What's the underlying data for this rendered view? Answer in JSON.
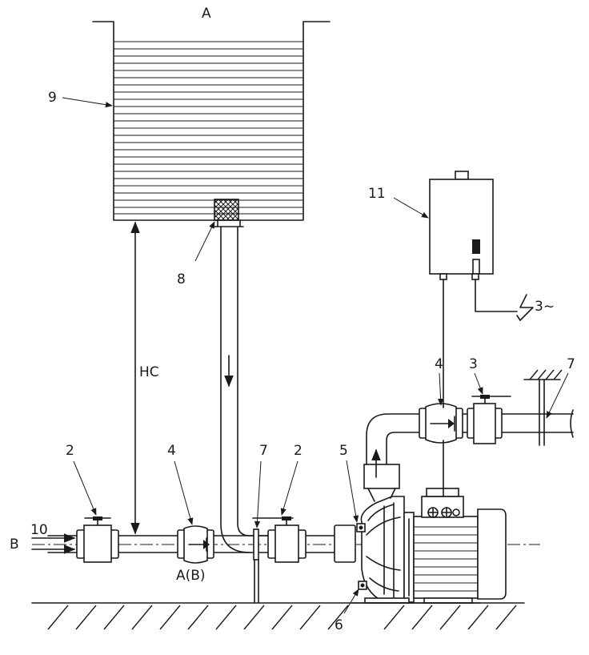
{
  "labels": {
    "tank_top": "A",
    "inlet": "B",
    "inlet_number": "10",
    "tank_number": "9",
    "strainer_number": "8",
    "height": "HC",
    "valve_left_number": "2",
    "check_left_number": "4",
    "support_left_number": "7",
    "valve_mid_number": "2",
    "pump_vent_number": "5",
    "pump_drain_number": "6",
    "suction_label": "A(B)",
    "control_box_number": "11",
    "power_label": "3~",
    "check_right_number": "4",
    "valve_right_number": "3",
    "support_right_number": "7"
  }
}
